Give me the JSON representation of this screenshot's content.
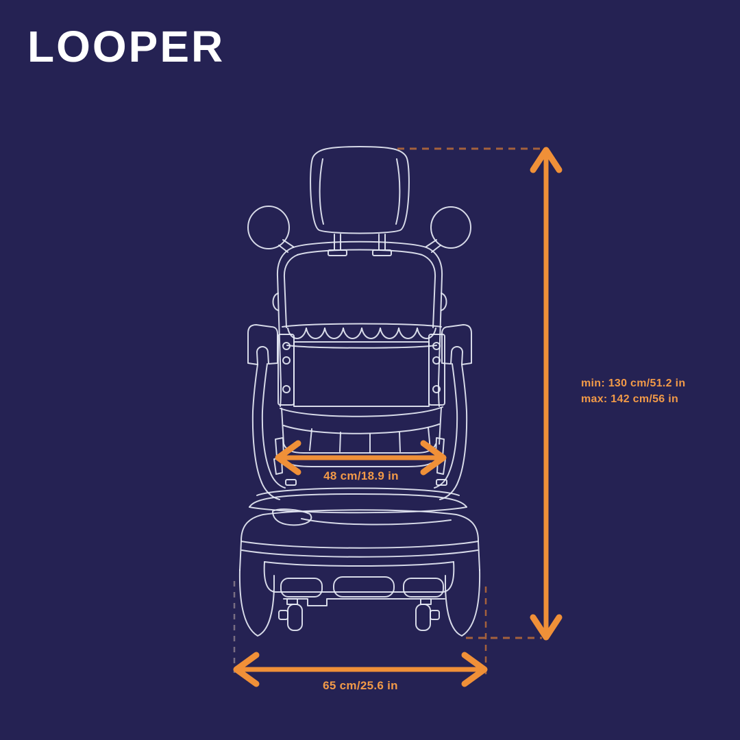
{
  "page": {
    "background": "#252253",
    "subject": "mobility-scooter-rear-view-dimension-diagram"
  },
  "header": {
    "title": "LOOPER"
  },
  "dimensions": {
    "seat_width": {
      "label": "48 cm/18.9 in"
    },
    "height": {
      "min_label": "min: 130 cm/51.2 in",
      "max_label": "max: 142 cm/56 in"
    },
    "overall_width": {
      "label": "65 cm/25.6 in"
    }
  },
  "colors": {
    "background": "#252253",
    "line_art": "#e6eaf5",
    "arrow_orange": "#f09038",
    "label_orange": "#f29a48",
    "dash_muted_orange": "#a5613c",
    "dash_gray": "#8e8290",
    "title_white": "#ffffff"
  }
}
